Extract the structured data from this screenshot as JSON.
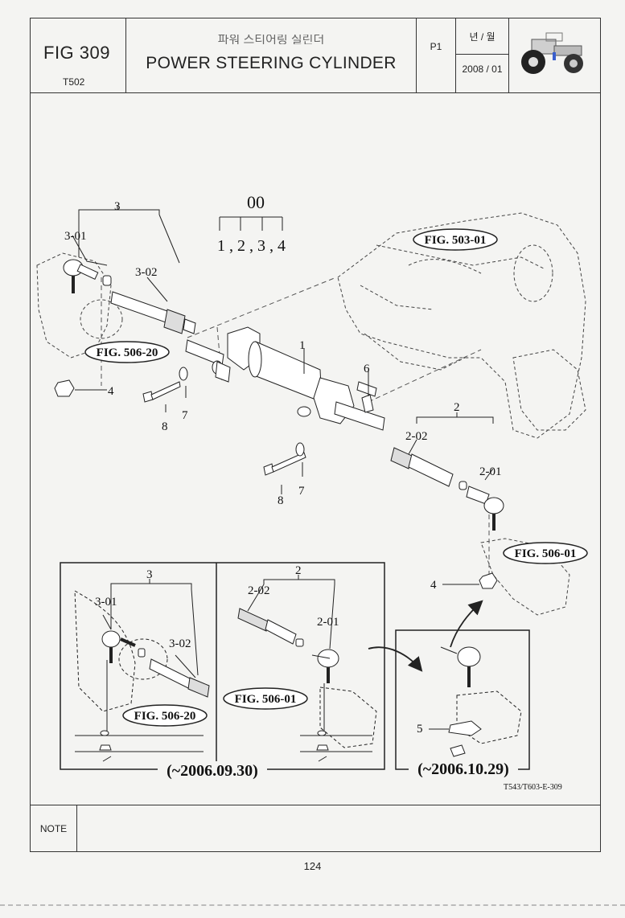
{
  "header": {
    "fig_number": "FIG 309",
    "model": "T502",
    "title_korean": "파워 스티어링 실린더",
    "title_english": "POWER STEERING CYLINDER",
    "p1": "P1",
    "date_label": "년 / 월",
    "date_value": "2008 / 01",
    "logo_icon": "tractor-icon"
  },
  "callouts": {
    "assembly_00": "00",
    "assembly_00_parts": "1 , 2 , 3 , 4",
    "p1": "1",
    "p2": "2",
    "p2_01": "2-01",
    "p2_02": "2-02",
    "p3": "3",
    "p3_01": "3-01",
    "p3_02": "3-02",
    "p4a": "4",
    "p4b": "4",
    "p5": "5",
    "p6": "6",
    "p7a": "7",
    "p7b": "7",
    "p8a": "8",
    "p8b": "8",
    "inset_p3": "3",
    "inset_p3_01": "3-01",
    "inset_p3_02": "3-02",
    "inset_p2": "2",
    "inset_p2_01": "2-01",
    "inset_p2_02": "2-02"
  },
  "references": {
    "fig_503_01": "FIG. 503-01",
    "fig_506_20": "FIG. 506-20",
    "fig_506_01": "FIG. 506-01",
    "inset_fig_506_20": "FIG. 506-20",
    "inset_fig_506_01": "FIG. 506-01"
  },
  "dates": {
    "left_inset": "(~2006.09.30)",
    "right_inset": "(~2006.10.29)"
  },
  "drawing_code": "T543/T603-E-309",
  "note_label": "NOTE",
  "page_number": "124"
}
